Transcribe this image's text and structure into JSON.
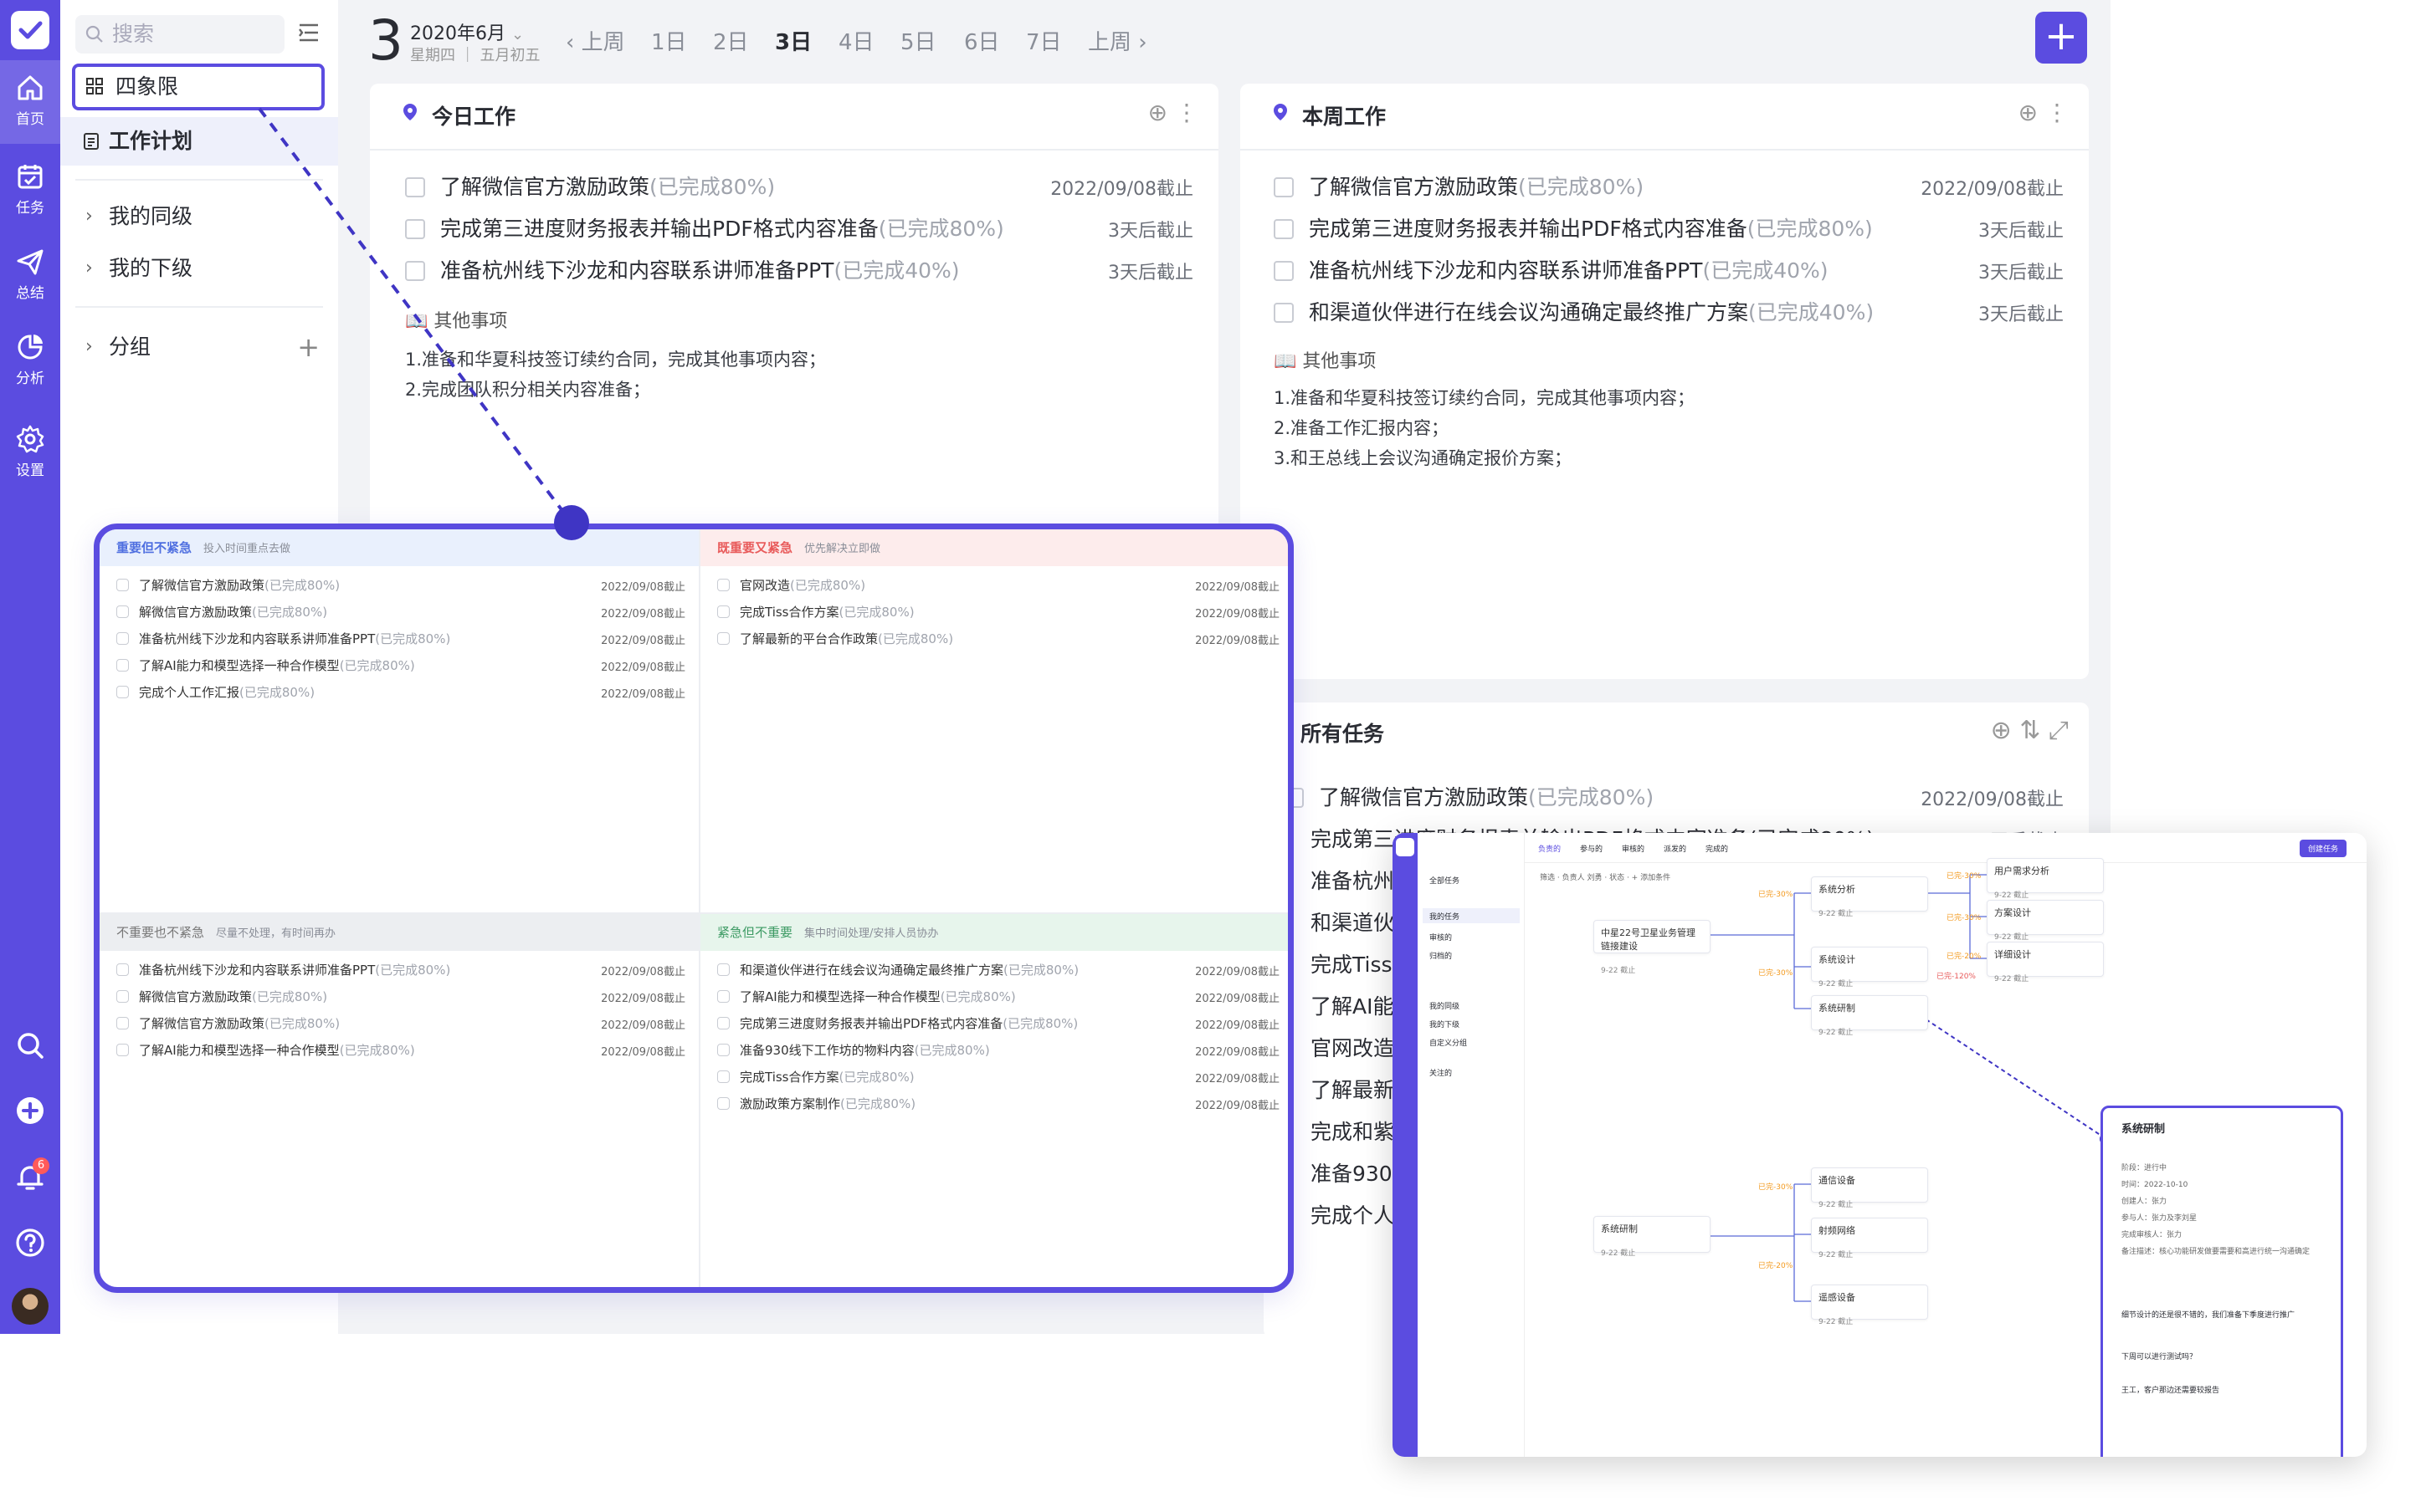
{
  "nav": {
    "items": [
      {
        "label": "首页",
        "icon": "home-icon"
      },
      {
        "label": "任务",
        "icon": "calendar-icon"
      },
      {
        "label": "总结",
        "icon": "send-icon"
      },
      {
        "label": "分析",
        "icon": "pie-chart-icon"
      },
      {
        "label": "设置",
        "icon": "gear-icon"
      }
    ],
    "notification_count": "6"
  },
  "sidebar": {
    "search_placeholder": "搜索",
    "selected": "四象限",
    "items": [
      {
        "label": "工作计划"
      },
      {
        "label": "我的同级"
      },
      {
        "label": "我的下级"
      },
      {
        "label": "分组"
      }
    ]
  },
  "header": {
    "day": "3",
    "year_month": "2020年6月",
    "lunar": "星期四 ｜ 五月初五",
    "prev_week": "上周",
    "next_week": "上周",
    "days": [
      "1日",
      "2日",
      "3日",
      "4日",
      "5日",
      "6日",
      "7日"
    ],
    "active_day": "3日"
  },
  "today": {
    "title": "今日工作",
    "tasks": [
      {
        "text": "了解微信官方激励政策",
        "status": "(已完成80%)",
        "due": "2022/09/08截止"
      },
      {
        "text": "完成第三进度财务报表并输出PDF格式内容准备",
        "status": "(已完成80%)",
        "due": "3天后截止"
      },
      {
        "text": "准备杭州线下沙龙和内容联系讲师准备PPT",
        "status": "(已完成40%)",
        "due": "3天后截止"
      }
    ],
    "other_title": "其他事项",
    "other": [
      "1.准备和华夏科技签订续约合同，完成其他事项内容；",
      "2.完成团队积分相关内容准备；"
    ]
  },
  "week": {
    "title": "本周工作",
    "tasks": [
      {
        "text": "了解微信官方激励政策",
        "status": "(已完成80%)",
        "due": "2022/09/08截止"
      },
      {
        "text": "完成第三进度财务报表并输出PDF格式内容准备",
        "status": "(已完成80%)",
        "due": "3天后截止"
      },
      {
        "text": "准备杭州线下沙龙和内容联系讲师准备PPT",
        "status": "(已完成40%)",
        "due": "3天后截止"
      },
      {
        "text": "和渠道伙伴进行在线会议沟通确定最终推广方案",
        "status": "(已完成40%)",
        "due": "3天后截止"
      }
    ],
    "other_title": "其他事项",
    "other": [
      "1.准备和华夏科技签订续约合同，完成其他事项内容；",
      "2.准备工作汇报内容；",
      "3.和王总线上会议沟通确定报价方案；"
    ]
  },
  "all": {
    "title": "所有任务",
    "first": {
      "text": "了解微信官方激励政策",
      "status": "(已完成80%)",
      "due": "2022/09/08截止"
    },
    "rows": [
      "完成第三进度财务报表并输出PDF格式内容准备(已完成80%)",
      "准备杭州",
      "和渠道伙",
      "完成Tiss",
      "了解AI能",
      "官网改造",
      "了解最新",
      "完成和紫",
      "准备930",
      "完成个人"
    ],
    "row2_due": "3天后截止"
  },
  "quadrant": {
    "q1": {
      "title": "重要但不紧急",
      "hint": "投入时间重点去做",
      "color": "#4f6fe0",
      "bg": "#e9f0fd",
      "tasks": [
        {
          "text": "了解微信官方激励政策",
          "status": "(已完成80%)",
          "due": "2022/09/08截止"
        },
        {
          "text": "解微信官方激励政策",
          "status": "(已完成80%)",
          "due": "2022/09/08截止"
        },
        {
          "text": "准备杭州线下沙龙和内容联系讲师准备PPT",
          "status": "(已完成80%)",
          "due": "2022/09/08截止"
        },
        {
          "text": "了解AI能力和模型选择一种合作模型",
          "status": "(已完成80%)",
          "due": "2022/09/08截止"
        },
        {
          "text": "完成个人工作汇报",
          "status": "(已完成80%)",
          "due": "2022/09/08截止"
        }
      ]
    },
    "q2": {
      "title": "既重要又紧急",
      "hint": "优先解决立即做",
      "color": "#e85a5a",
      "bg": "#fdecec",
      "tasks": [
        {
          "text": "官网改造",
          "status": "(已完成80%)",
          "due": "2022/09/08截止"
        },
        {
          "text": "完成Tiss合作方案",
          "status": "(已完成80%)",
          "due": "2022/09/08截止"
        },
        {
          "text": "了解最新的平台合作政策",
          "status": "(已完成80%)",
          "due": "2022/09/08截止"
        }
      ]
    },
    "q3": {
      "title": "不重要也不紧急",
      "hint": "尽量不处理，有时间再办",
      "color": "#777",
      "bg": "#eceef1",
      "tasks": [
        {
          "text": "准备杭州线下沙龙和内容联系讲师准备PPT",
          "status": "(已完成80%)",
          "due": "2022/09/08截止"
        },
        {
          "text": "解微信官方激励政策",
          "status": "(已完成80%)",
          "due": "2022/09/08截止"
        },
        {
          "text": "了解微信官方激励政策",
          "status": "(已完成80%)",
          "due": "2022/09/08截止"
        },
        {
          "text": "了解AI能力和模型选择一种合作模型",
          "status": "(已完成80%)",
          "due": "2022/09/08截止"
        }
      ]
    },
    "q4": {
      "title": "紧急但不重要",
      "hint": "集中时间处理/安排人员协办",
      "color": "#3c9a63",
      "bg": "#e7f5ec",
      "tasks": [
        {
          "text": "和渠道伙伴进行在线会议沟通确定最终推广方案",
          "status": "(已完成80%)",
          "due": "2022/09/08截止"
        },
        {
          "text": "了解AI能力和模型选择一种合作模型",
          "status": "(已完成80%)",
          "due": "2022/09/08截止"
        },
        {
          "text": "完成第三进度财务报表并输出PDF格式内容准备",
          "status": "(已完成80%)",
          "due": "2022/09/08截止"
        },
        {
          "text": "准备930线下工作坊的物料内容",
          "status": "(已完成80%)",
          "due": "2022/09/08截止"
        },
        {
          "text": "完成Tiss合作方案",
          "status": "(已完成80%)",
          "due": "2022/09/08截止"
        },
        {
          "text": "激励政策方案制作",
          "status": "(已完成80%)",
          "due": "2022/09/08截止"
        }
      ]
    }
  },
  "mini": {
    "tabs": [
      "负责的",
      "参与的",
      "审核的",
      "派发的",
      "完成的"
    ],
    "side": [
      "全部任务",
      "我的任务",
      "审核的",
      "归档的",
      "我的同级",
      "我的下级",
      "自定义分组",
      "关注的"
    ],
    "filter": "筛选",
    "owner": "负责人 刘勇",
    "status": "状态",
    "add_cond": "添加条件",
    "create": "创建任务",
    "root1": "中星22号卫星业务管理链接建设",
    "root2": "系统研制",
    "nodes": [
      "系统分析",
      "系统设计",
      "系统研制",
      "通信设备",
      "射频网络",
      "遥感设备",
      "用户需求分析",
      "方案设计",
      "详细设计"
    ],
    "date": "9-22 截止",
    "pcts": [
      "已完-30%",
      "已完-30%",
      "已完-120%",
      "已完-30%",
      "已完-20%",
      "已完-30%",
      "已完-30%",
      "已完-20%"
    ],
    "detail": {
      "title": "系统研制",
      "fields": [
        "阶段：进行中",
        "时间：2022-10-10",
        "创建人：张力",
        "参与人：张力及李刘星",
        "完成审核人：张力",
        "备注描述：核心功能研发做要需要和高进行统一沟通确定"
      ],
      "comments": [
        "细节设计的还是很不错的，我们准备下季度进行推广",
        "下周可以进行测试吗？",
        "王工，客户那边还需要较报告"
      ]
    }
  }
}
